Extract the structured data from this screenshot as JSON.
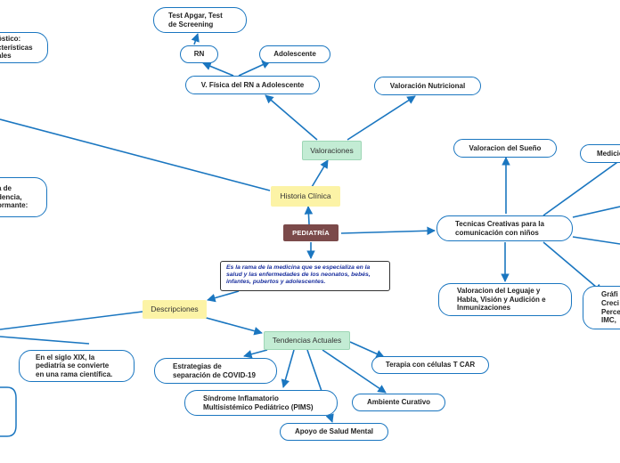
{
  "root": {
    "label": "PEDIATRÍA"
  },
  "definition": {
    "text": "Es la rama de la medicina que se especializa en la salud y las enfermedades de los neonatos, bebés, infantes, pubertos y adolescentes."
  },
  "historia": {
    "label": "Historia Clínica"
  },
  "valoraciones": {
    "label": "Valoraciones",
    "fisica": "V. Física del RN a Adolescente",
    "rn": "RN",
    "apgar": "Test Apgar, Test\nde Screening",
    "adolescente": "Adolescente",
    "nutricional": "Valoración Nutricional"
  },
  "tecnicas": {
    "label": "Tecnicas Creativas para la\ncomunicación con niños",
    "sueno": "Valoracion del Sueño",
    "lenguaje": "Valoracion del Leguaje y\nHabla, Visión y Audición e\nInmunizaciones",
    "medicion": "Medicio",
    "graficas": "Gráfi\nCreci\nPerce\nIMC,"
  },
  "left_partial": {
    "top": "óstico:\ncterísticas\nales",
    "mid": "a de\ndencia,\normante:"
  },
  "descripciones": {
    "label": "Descripciones",
    "siglo": "En el siglo XIX, la\npediatría se convierte\nen una rama científica."
  },
  "tendencias": {
    "label": "Tendencias Actuales",
    "covid": "Estrategias de\nseparación de COVID-19",
    "pims": "Síndrome Inflamatorio\nMultisistémico Pediátrico (PIMS)",
    "apoyo": "Apoyo de Salud Mental",
    "ambiente": "Ambiente Curativo",
    "terapia": "Terapia con células T CAR"
  }
}
